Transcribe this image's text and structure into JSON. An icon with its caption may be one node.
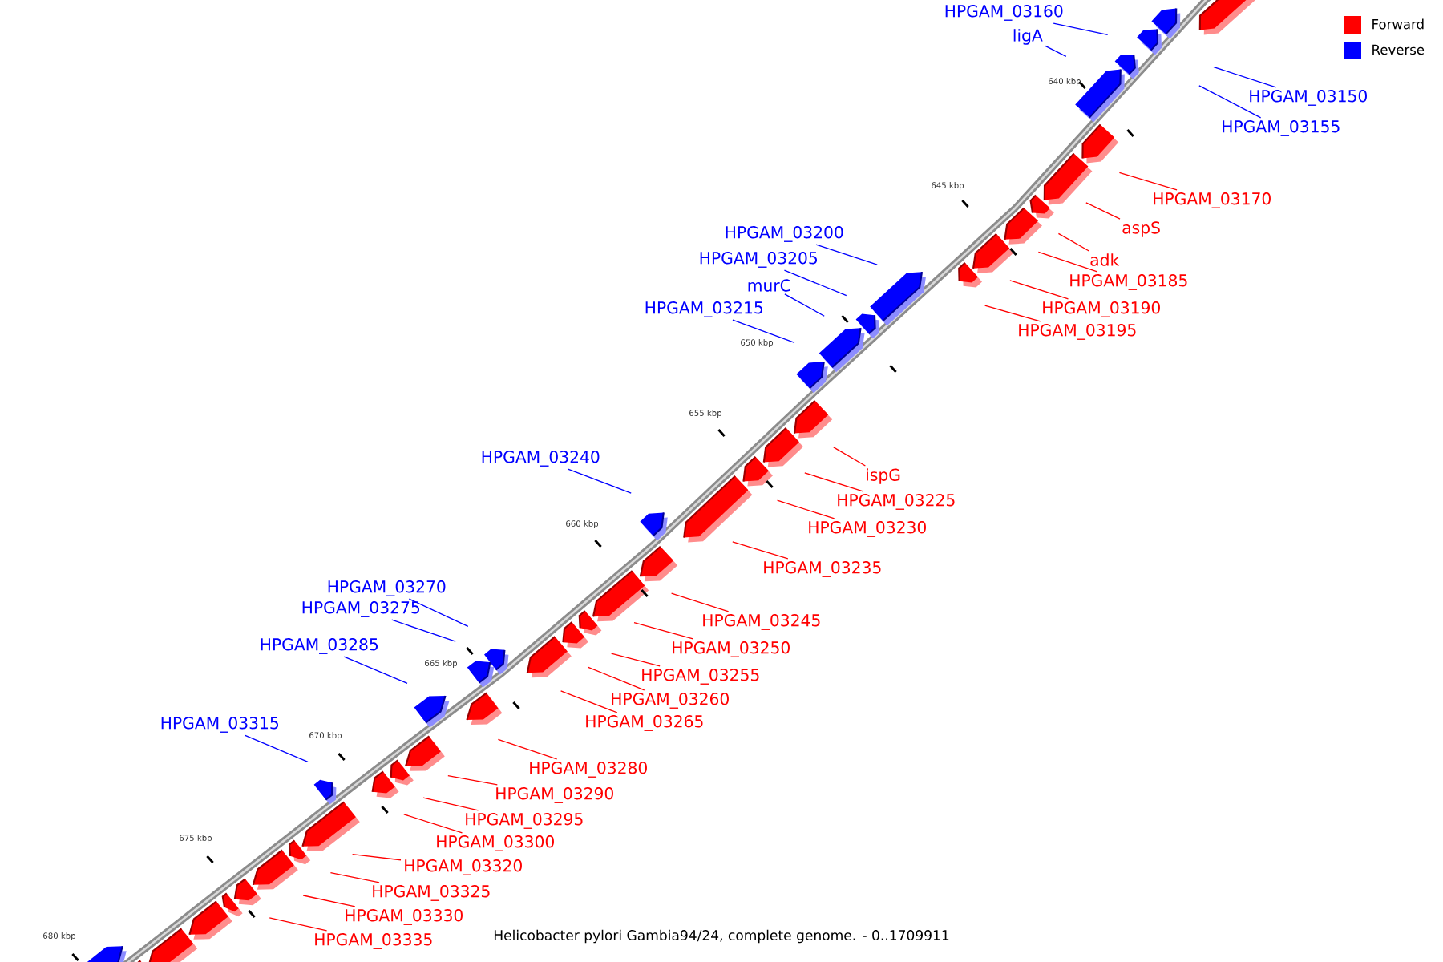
{
  "diagram": {
    "caption": "Helicobacter pylori Gambia94/24, complete genome. - 0..1709911",
    "nodes": [
      {
        "text": [
          "HPGAM_03160"
        ]
      },
      {
        "text": [
          "ligA"
        ]
      },
      {
        "text": [
          "HPGAM_03150"
        ]
      },
      {
        "text": [
          "HPGAM_03155"
        ]
      },
      {
        "text": [
          "HPGAM_03170"
        ]
      },
      {
        "text": [
          "aspS"
        ]
      },
      {
        "text": [
          "HPGAM_03200"
        ]
      },
      {
        "text": [
          "adk"
        ]
      },
      {
        "text": [
          "HPGAM_03205"
        ]
      },
      {
        "text": [
          "HPGAM_03185"
        ]
      },
      {
        "text": [
          "murC"
        ]
      },
      {
        "text": [
          "HPGAM_03190"
        ]
      },
      {
        "text": [
          "HPGAM_03215"
        ]
      },
      {
        "text": [
          "HPGAM_03195"
        ]
      },
      {
        "text": [
          "HPGAM_03240"
        ]
      },
      {
        "text": [
          "ispG"
        ]
      },
      {
        "text": [
          "HPGAM_03225"
        ]
      },
      {
        "text": [
          "HPGAM_03230"
        ]
      },
      {
        "text": [
          "HPGAM_03235"
        ]
      },
      {
        "text": [
          "HPGAM_03270"
        ]
      },
      {
        "text": [
          "HPGAM_03275"
        ]
      },
      {
        "text": [
          "HPGAM_03245"
        ]
      },
      {
        "text": [
          "HPGAM_03285"
        ]
      },
      {
        "text": [
          "HPGAM_03250"
        ]
      },
      {
        "text": [
          "HPGAM_03255"
        ]
      },
      {
        "text": [
          "HPGAM_03260"
        ]
      },
      {
        "text": [
          "HPGAM_03265"
        ]
      },
      {
        "text": [
          "HPGAM_03315"
        ]
      },
      {
        "text": [
          "HPGAM_03280"
        ]
      },
      {
        "text": [
          "HPGAM_03290"
        ]
      },
      {
        "text": [
          "HPGAM_03295"
        ]
      },
      {
        "text": [
          "HPGAM_03300"
        ]
      },
      {
        "text": [
          "HPGAM_03320"
        ]
      },
      {
        "text": [
          "HPGAM_03325"
        ]
      },
      {
        "text": [
          "HPGAM_03330"
        ]
      },
      {
        "text": [
          "HPGAM_03335"
        ]
      }
    ],
    "edges": [
      {
        "from": 0,
        "to": null,
        "arrow": "none",
        "color": "#0000ff"
      },
      {
        "from": 1,
        "to": null,
        "arrow": "none",
        "color": "#0000ff"
      },
      {
        "from": 2,
        "to": null,
        "arrow": "none",
        "color": "#0000ff"
      },
      {
        "from": 3,
        "to": null,
        "arrow": "none",
        "color": "#0000ff"
      },
      {
        "from": 4,
        "to": null,
        "arrow": "none"
      },
      {
        "from": 5,
        "to": null,
        "arrow": "none"
      },
      {
        "from": 6,
        "to": null,
        "arrow": "none",
        "color": "#0000ff"
      },
      {
        "from": 7,
        "to": null,
        "arrow": "none"
      },
      {
        "from": 8,
        "to": null,
        "arrow": "none",
        "color": "#0000ff"
      },
      {
        "from": 9,
        "to": null,
        "arrow": "none"
      },
      {
        "from": 10,
        "to": null,
        "arrow": "none",
        "color": "#0000ff"
      },
      {
        "from": 11,
        "to": null,
        "arrow": "none"
      },
      {
        "from": 12,
        "to": null,
        "arrow": "none",
        "color": "#0000ff"
      },
      {
        "from": 13,
        "to": null,
        "arrow": "none"
      },
      {
        "from": 14,
        "to": null,
        "arrow": "none",
        "color": "#0000ff"
      },
      {
        "from": 15,
        "to": null,
        "arrow": "none"
      },
      {
        "from": 16,
        "to": null,
        "arrow": "none"
      },
      {
        "from": 17,
        "to": null,
        "arrow": "none"
      },
      {
        "from": 18,
        "to": null,
        "arrow": "none"
      },
      {
        "from": 19,
        "to": null,
        "arrow": "none",
        "color": "#0000ff"
      },
      {
        "from": 20,
        "to": null,
        "arrow": "none",
        "color": "#0000ff"
      },
      {
        "from": 21,
        "to": null,
        "arrow": "none"
      },
      {
        "from": 22,
        "to": null,
        "arrow": "none",
        "color": "#0000ff"
      },
      {
        "from": 23,
        "to": null,
        "arrow": "none"
      },
      {
        "from": 24,
        "to": null,
        "arrow": "none"
      },
      {
        "from": 25,
        "to": null,
        "arrow": "none"
      },
      {
        "from": 26,
        "to": null,
        "arrow": "none"
      },
      {
        "from": 27,
        "to": null,
        "arrow": "none",
        "color": "#0000ff"
      },
      {
        "from": 28,
        "to": null,
        "arrow": "none"
      },
      {
        "from": 29,
        "to": null,
        "arrow": "none"
      },
      {
        "from": 30,
        "to": null,
        "arrow": "none"
      },
      {
        "from": 31,
        "to": null,
        "arrow": "none"
      },
      {
        "from": 32,
        "to": null,
        "arrow": "none"
      },
      {
        "from": 33,
        "to": null,
        "arrow": "none"
      },
      {
        "from": 34,
        "to": null,
        "arrow": "none"
      },
      {
        "from": 35,
        "to": null,
        "arrow": "none"
      }
    ],
    "labels": [
      "640 kbp",
      "645 kbp",
      "650 kbp",
      "655 kbp",
      "660 kbp",
      "665 kbp",
      "670 kbp",
      "675 kbp",
      "680 kbp"
    ],
    "legend": [
      {
        "text": "Forward",
        "color": "#ff0000"
      },
      {
        "text": "Reverse",
        "color": "#0000ff"
      }
    ]
  }
}
